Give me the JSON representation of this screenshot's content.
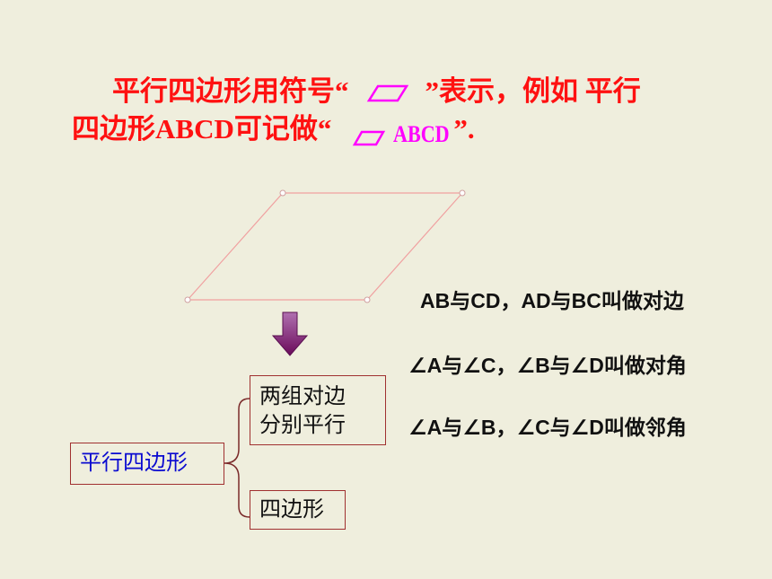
{
  "line1": {
    "part1": "平行四边形用符号“",
    "part2": "”表示，例如 平行"
  },
  "line2": {
    "part1": "四边形ABCD可记做“",
    "part2": "”.",
    "notation_text": "ABCD"
  },
  "facts": [
    "AB与CD，AD与BC叫做对边",
    "∠A与∠C，∠B与∠D叫做对角",
    "∠A与∠B，∠C与∠D叫做邻角"
  ],
  "diagram": {
    "root_label": "平行四边形",
    "branch1_lines": [
      "两组对边",
      "分别平行"
    ],
    "branch2_label": "四边形"
  },
  "colors": {
    "background": "#efeedd",
    "title_text": "#ff1111",
    "symbol": "#ff00ff",
    "root_text": "#0a0ad0",
    "parallelogram_stroke": "#f0a0a0",
    "arrow": "#7a1a6a",
    "box_border": "#a03030"
  },
  "icons": {
    "parallelogram_symbol": "parallelogram-icon",
    "down_arrow": "down-arrow-icon"
  }
}
